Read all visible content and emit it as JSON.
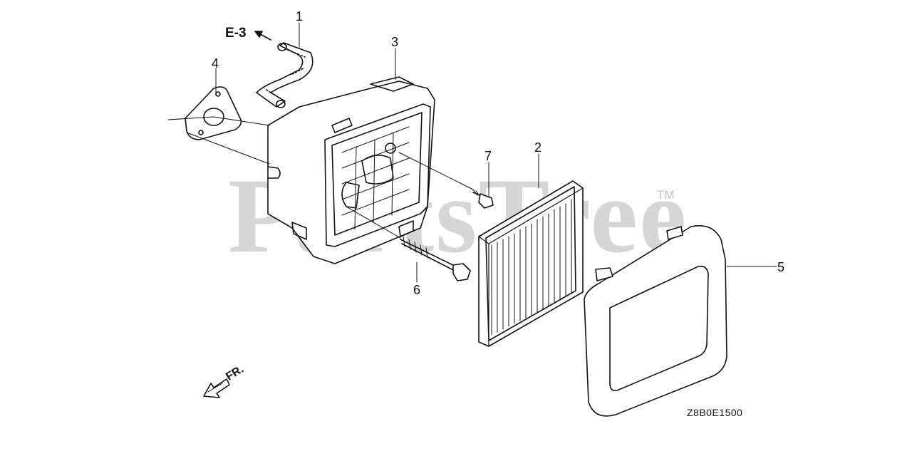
{
  "watermark": {
    "text": "PartsTree",
    "trademark": "TM"
  },
  "reference": {
    "text": "E-3"
  },
  "part_labels": [
    "1",
    "2",
    "3",
    "4",
    "5",
    "6",
    "7"
  ],
  "diagram_code": "Z8B0E1500",
  "direction": {
    "text": "FR."
  },
  "parts": [
    {
      "number": "1",
      "icon": "breather-tube-icon"
    },
    {
      "number": "2",
      "icon": "air-filter-element-icon"
    },
    {
      "number": "3",
      "icon": "air-cleaner-case-icon"
    },
    {
      "number": "4",
      "icon": "gasket-icon"
    },
    {
      "number": "5",
      "icon": "air-cleaner-cover-icon"
    },
    {
      "number": "6",
      "icon": "flange-bolt-icon"
    },
    {
      "number": "7",
      "icon": "screw-icon"
    }
  ]
}
